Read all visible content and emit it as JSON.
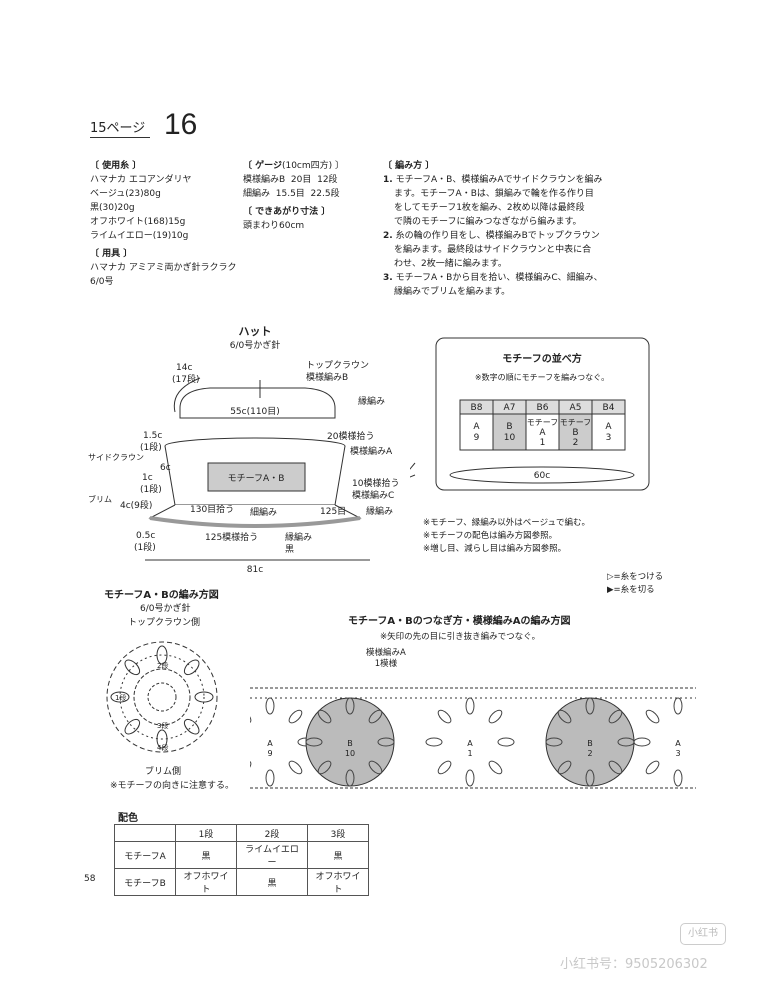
{
  "header": {
    "page_ref": "15ページ",
    "pattern_no": "16"
  },
  "materials": {
    "title": "使用糸",
    "yarn": "ハマナカ エコアンダリヤ",
    "colors": [
      "ベージュ(23)80g",
      "黒(30)20g",
      "オフホワイト(168)15g",
      "ライムイエロー(19)10g"
    ]
  },
  "tools": {
    "title": "用具",
    "lines": [
      "ハマナカ アミアミ両かぎ針ラクラク",
      "6/0号"
    ]
  },
  "gauge": {
    "title": "ゲージ",
    "unit": "(10cm四方)",
    "rows": [
      {
        "name": "模様編みB",
        "a": "20目",
        "b": "12段"
      },
      {
        "name": "細編み",
        "a": "15.5目",
        "b": "22.5段"
      }
    ]
  },
  "size": {
    "title": "できあがり寸法",
    "value": "頭まわり60cm"
  },
  "instructions": {
    "title": "編み方",
    "steps": [
      {
        "no": "1.",
        "lines": [
          "モチーフA・B、模様編みAでサイドクラウンを編み",
          "ます。モチーフA・Bは、鎖編みで輪を作る作り目",
          "をしてモチーフ1枚を編み、2枚め以降は最終段",
          "で隣のモチーフに編みつなぎながら編みます。"
        ]
      },
      {
        "no": "2.",
        "lines": [
          "糸の輪の作り目をし、模様編みBでトップクラウン",
          "を編みます。最終段はサイドクラウンと中表に合",
          "わせ、2枚一緒に編みます。"
        ]
      },
      {
        "no": "3.",
        "lines": [
          "モチーフA・Bから目を拾い、模様編みC、細編み、",
          "縁編みでブリムを編みます。"
        ]
      }
    ]
  },
  "hat": {
    "title": "ハット",
    "hook": "6/0号かぎ針",
    "top_c": "14c",
    "top_rows": "(17段)",
    "top_crown": "トップクラウン",
    "pattern_b": "模様編みB",
    "edge": "縁編み",
    "circ_top": "55c(110目)",
    "c15": "1.5c",
    "r1a": "(1段)",
    "side_crown": "サイドクラウン",
    "p20": "20模様拾う",
    "pattern_a": "模様編みA",
    "c6": "6c",
    "motif_ab": "モチーフA・B",
    "c1": "1c",
    "r1b": "(1段)",
    "brim": "ブリム",
    "c4": "4c(9段)",
    "p10": "10模様拾う",
    "pattern_c": "模様編みC",
    "p130": "130目拾う",
    "edge2": "細編み",
    "n125": "125目",
    "c05": "0.5c",
    "r1c": "(1段)",
    "p125": "125模様拾う",
    "edging": "縁編み",
    "black": "黒",
    "c81": "81c"
  },
  "arrangement": {
    "title": "モチーフの並べ方",
    "note": "※数字の順にモチーフを編みつなぐ。",
    "top": [
      "B8",
      "A7",
      "B6",
      "A5",
      "B4"
    ],
    "main": [
      {
        "l": "A",
        "n": "9"
      },
      {
        "l": "B",
        "n": "10"
      },
      {
        "l": "A",
        "n": "1"
      },
      {
        "l": "B",
        "n": "2"
      },
      {
        "l": "A",
        "n": "3"
      }
    ],
    "motif_word": "モチーフ",
    "width": "60c"
  },
  "notes": [
    "※モチーフ、縁編み以外はベージュで編む。",
    "※モチーフの配色は編み方図参照。",
    "※増し目、減らし目は編み方図参照。"
  ],
  "legend": {
    "attach": "=糸をつける",
    "cut": "=糸を切る"
  },
  "motif_chart": {
    "title": "モチーフA・Bの編み方図",
    "hook": "6/0号かぎ針",
    "top": "トップクラウン側",
    "bottom": "ブリム側",
    "note": "※モチーフの向きに注意する。",
    "rounds": [
      "1段",
      "2段",
      "3段",
      "4段"
    ]
  },
  "join_chart": {
    "title": "モチーフA・Bのつなぎ方・模様編みAの編み方図",
    "note": "※矢印の先の目に引き抜き編みでつなぐ。",
    "pattern": "模様編みA",
    "unit": "1模様",
    "labels": [
      {
        "l": "A",
        "n": "9"
      },
      {
        "l": "B",
        "n": "10"
      },
      {
        "l": "A",
        "n": "1"
      },
      {
        "l": "B",
        "n": "2"
      },
      {
        "l": "A",
        "n": "3"
      }
    ]
  },
  "color_table": {
    "title": "配色",
    "headers": [
      "",
      "1段",
      "2段",
      "3段"
    ],
    "rows": [
      [
        "モチーフA",
        "黒",
        "ライムイエロー",
        "黒"
      ],
      [
        "モチーフB",
        "オフホワイト",
        "黒",
        "オフホワイト"
      ]
    ]
  },
  "page_number": "58",
  "watermark": {
    "badge": "小红书",
    "text": "小红书号：9505206302"
  }
}
